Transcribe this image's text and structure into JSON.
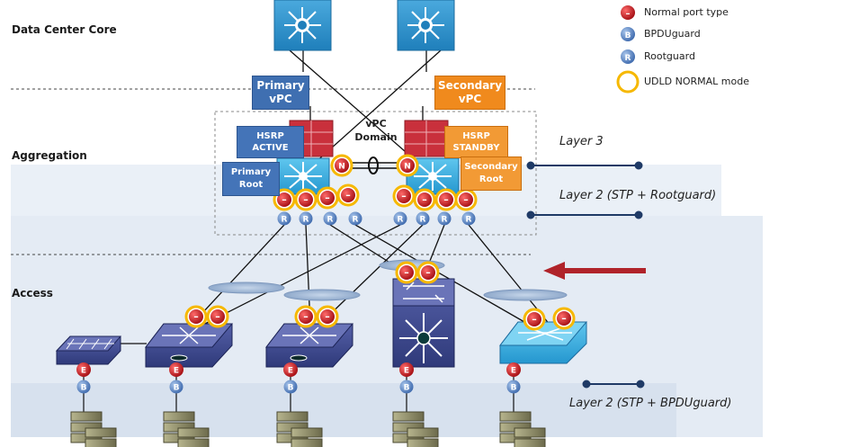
{
  "sections": {
    "core": "Data Center Core",
    "aggregation": "Aggregation",
    "access": "Access"
  },
  "boxes": {
    "primary_vpc": "Primary\nvPC",
    "secondary_vpc": "Secondary\nvPC",
    "vpc_domain": "vPC\nDomain",
    "hsrp_active": "HSRP\nACTIVE",
    "hsrp_standby": "HSRP\nSTANDBY",
    "primary_root": "Primary\nRoot",
    "secondary_root": "Secondary\nRoot"
  },
  "layers": {
    "layer3": "Layer 3",
    "layer2_root": "Layer 2 (STP + Rootguard)",
    "layer2_bpdu": "Layer 2 (STP + BPDUguard)"
  },
  "legend": [
    {
      "badge": "–",
      "label": "Normal port type",
      "color": "#c0161c"
    },
    {
      "badge": "B",
      "label": "BPDUguard",
      "color": "#4f7fc2"
    },
    {
      "badge": "R",
      "label": "Rootguard",
      "color": "#4f7fc2"
    },
    {
      "badge": "",
      "label": "UDLD NORMAL mode",
      "color": "#f6b800"
    }
  ],
  "badges": {
    "normal": "–",
    "network": "N",
    "edge": "E",
    "bpdu": "B",
    "root": "R"
  },
  "colors": {
    "red_port": "#c0161c",
    "blue_port": "#4f7fc2",
    "udld_ring": "#f6b800",
    "primary": "#3f6fb1",
    "secondary": "#f08a1d",
    "band": "#e3ebf4",
    "arrow": "#b0232a",
    "line_navy": "#1f3a66"
  }
}
